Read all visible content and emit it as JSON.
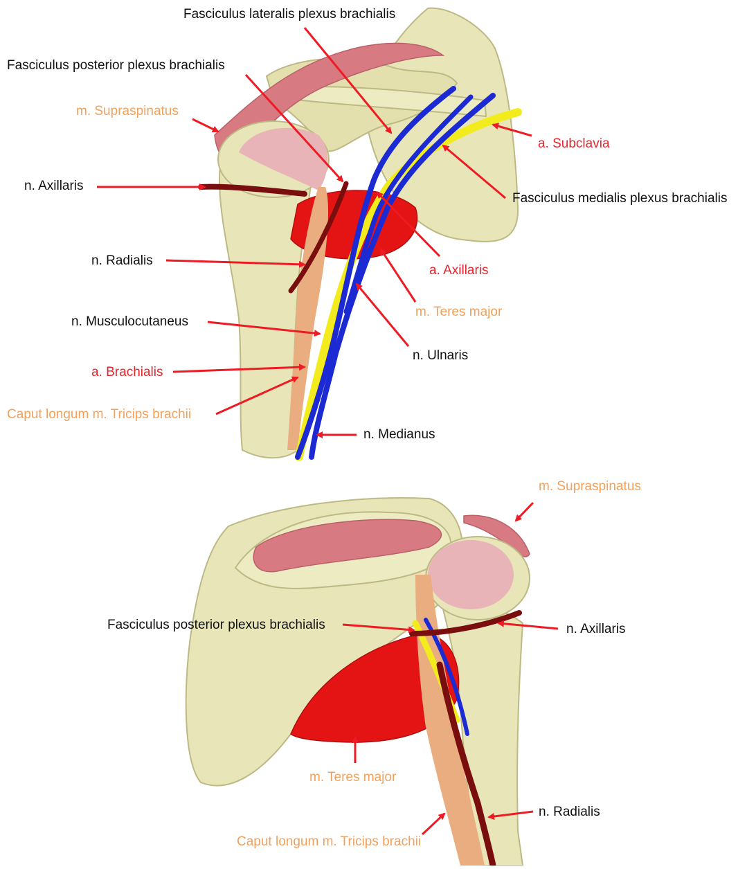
{
  "colors": {
    "bone": "#e8e6b8",
    "bone_shade": "#d3d09a",
    "bone_edge": "#bdb985",
    "muscle_pink": "#d87a82",
    "cartilage": "#e8b4b8",
    "muscle_red": "#e41414",
    "nerve_dark": "#7a0d0d",
    "triceps": "#e9ad7f",
    "nerve_blue": "#1c2ad4",
    "artery_yellow": "#f2ec1e",
    "arrow": "#ee1b24",
    "label_black": "#111111",
    "label_red": "#e8232b",
    "label_orange": "#f2a15c"
  },
  "top_figure": {
    "labels": {
      "fasc_lat": "Fasciculus lateralis plexus brachialis",
      "fasc_post": "Fasciculus posterior plexus brachialis",
      "supraspinatus": "m. Supraspinatus",
      "subclavia": "a. Subclavia",
      "axillaris_n": "n. Axillaris",
      "fasc_med": "Fasciculus medialis plexus brachialis",
      "radialis": "n. Radialis",
      "axillaris_a": "a. Axillaris",
      "teres_major": "m. Teres major",
      "musculocutaneus": "n. Musculocutaneus",
      "ulnaris": "n. Ulnaris",
      "brachialis": "a. Brachialis",
      "triceps": "Caput longum m. Tricips brachii",
      "medianus": "n. Medianus"
    }
  },
  "bottom_figure": {
    "labels": {
      "supraspinatus": "m. Supraspinatus",
      "fasc_post": "Fasciculus posterior plexus brachialis",
      "axillaris_n": "n. Axillaris",
      "teres_major": "m. Teres major",
      "radialis": "n. Radialis",
      "triceps": "Caput longum m. Tricips brachii"
    }
  }
}
